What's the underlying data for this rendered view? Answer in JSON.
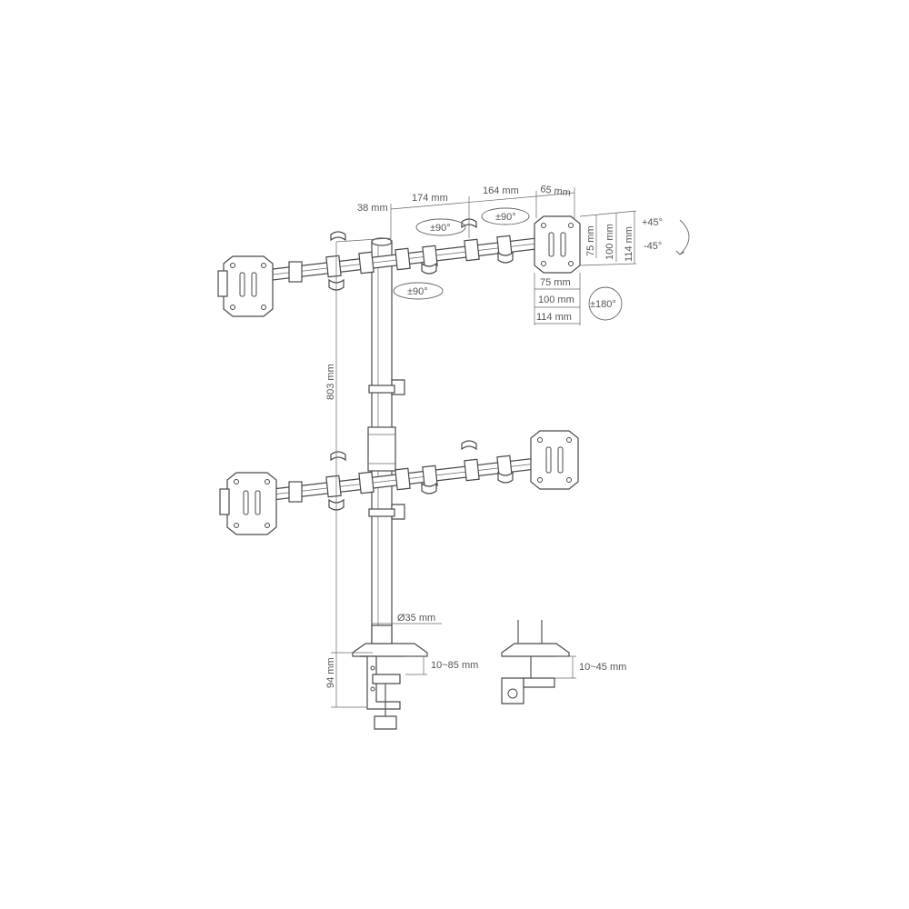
{
  "labels": {
    "arm_38": "38 mm",
    "arm_174": "174 mm",
    "arm_164": "164 mm",
    "arm_65": "65 mm",
    "vesa_75_v": "75 mm",
    "vesa_100_v": "100 mm",
    "vesa_114_v": "114 mm",
    "vesa_75_h": "75 mm",
    "vesa_100_h": "100 mm",
    "vesa_114_h": "114 mm",
    "tilt_up": "+45°",
    "tilt_down": "-45°",
    "rotate_180": "±180°",
    "swivel_1": "±90°",
    "swivel_2": "±90°",
    "swivel_3": "±90°",
    "height_803": "803 mm",
    "pole_dia": "Ø35 mm",
    "base_94": "94 mm",
    "clamp_range": "10~85 mm",
    "grommet_range": "10~45 mm"
  }
}
